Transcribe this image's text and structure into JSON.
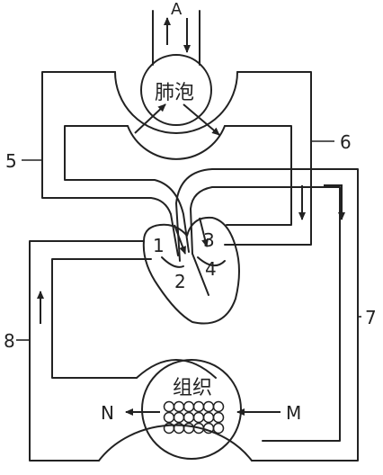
{
  "diagram": {
    "top_label": "A",
    "alveolus_label": "肺泡",
    "tissue_label": "组织",
    "left_out_label": "N",
    "right_in_label": "M",
    "vessel_labels": [
      "5",
      "6",
      "7",
      "8"
    ],
    "chamber_labels": [
      "1",
      "2",
      "3",
      "4"
    ]
  }
}
